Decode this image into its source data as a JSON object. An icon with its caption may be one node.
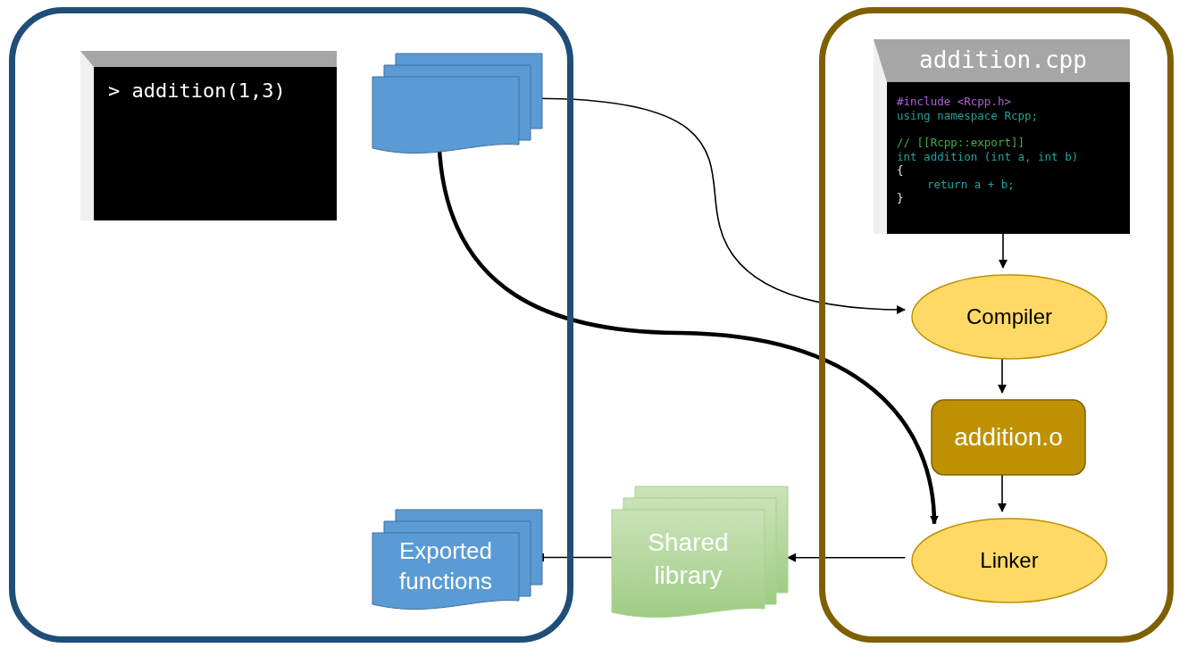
{
  "diagram": {
    "nodes": [
      {
        "text": [],
        "shape": "box"
      },
      {
        "text": [
          "> addition(1,3)"
        ],
        "in": 0
      },
      {
        "text": [],
        "shape": "document",
        "in": 0
      },
      {
        "text": [
          "Exported functions"
        ],
        "in": 0
      },
      {
        "text": [],
        "shape": "box"
      },
      {
        "text": [
          "addition.cpp",
          "#include <Rcpp.h>",
          "using namespace Rcpp;",
          "// [[Rcpp::export]]",
          "int addition (int a, int b)",
          "{",
          "return a + b;",
          "}"
        ],
        "in": 4
      },
      {
        "text": [
          "Compiler"
        ],
        "in": 4
      },
      {
        "text": [
          "addition.o"
        ],
        "in": 4
      },
      {
        "text": [
          "Linker"
        ],
        "in": 4
      },
      {
        "text": [
          "Shared library"
        ]
      }
    ],
    "edges": [
      {
        "from": 2,
        "to": 6,
        "arrow": "to"
      },
      {
        "from": 2,
        "to": 8,
        "arrow": "to",
        "style": "thick"
      },
      {
        "from": 5,
        "to": 6,
        "arrow": "to"
      },
      {
        "from": 6,
        "to": 7,
        "arrow": "to"
      },
      {
        "from": 7,
        "to": 8,
        "arrow": "to"
      },
      {
        "from": 8,
        "to": 9,
        "arrow": "to"
      },
      {
        "from": 9,
        "to": 3,
        "arrow": "to"
      }
    ]
  }
}
